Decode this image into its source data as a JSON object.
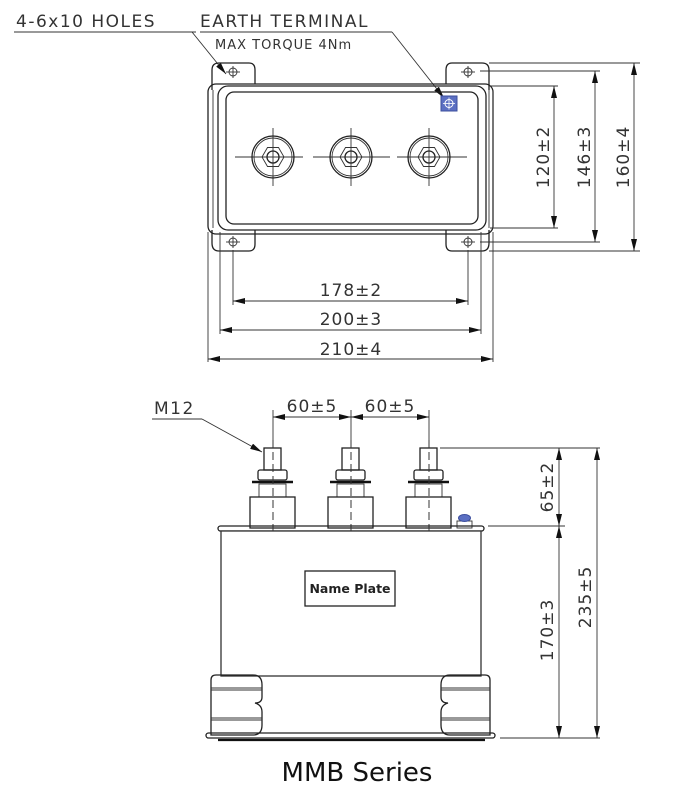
{
  "title": "MMB Series",
  "top_view": {
    "callouts": {
      "holes": "4-6x10 HOLES",
      "earth_terminal": "EARTH TERMINAL",
      "max_torque": "MAX TORQUE 4Nm"
    },
    "dimensions": {
      "width_inner": "178±2",
      "width_mid": "200±3",
      "width_outer": "210±4",
      "height_inner": "120±2",
      "height_mid": "146±3",
      "height_outer": "160±4"
    },
    "terminal_count": 3
  },
  "front_view": {
    "callouts": {
      "thread": "M12"
    },
    "dimensions": {
      "pitch_left": "60±5",
      "pitch_right": "60±5",
      "terminal_height": "65±2",
      "body_height": "170±3",
      "total_height": "235±5"
    },
    "name_plate": "Name Plate"
  },
  "colors": {
    "line": "#222222",
    "earth_terminal": "#5b6fc2",
    "background": "#ffffff"
  }
}
